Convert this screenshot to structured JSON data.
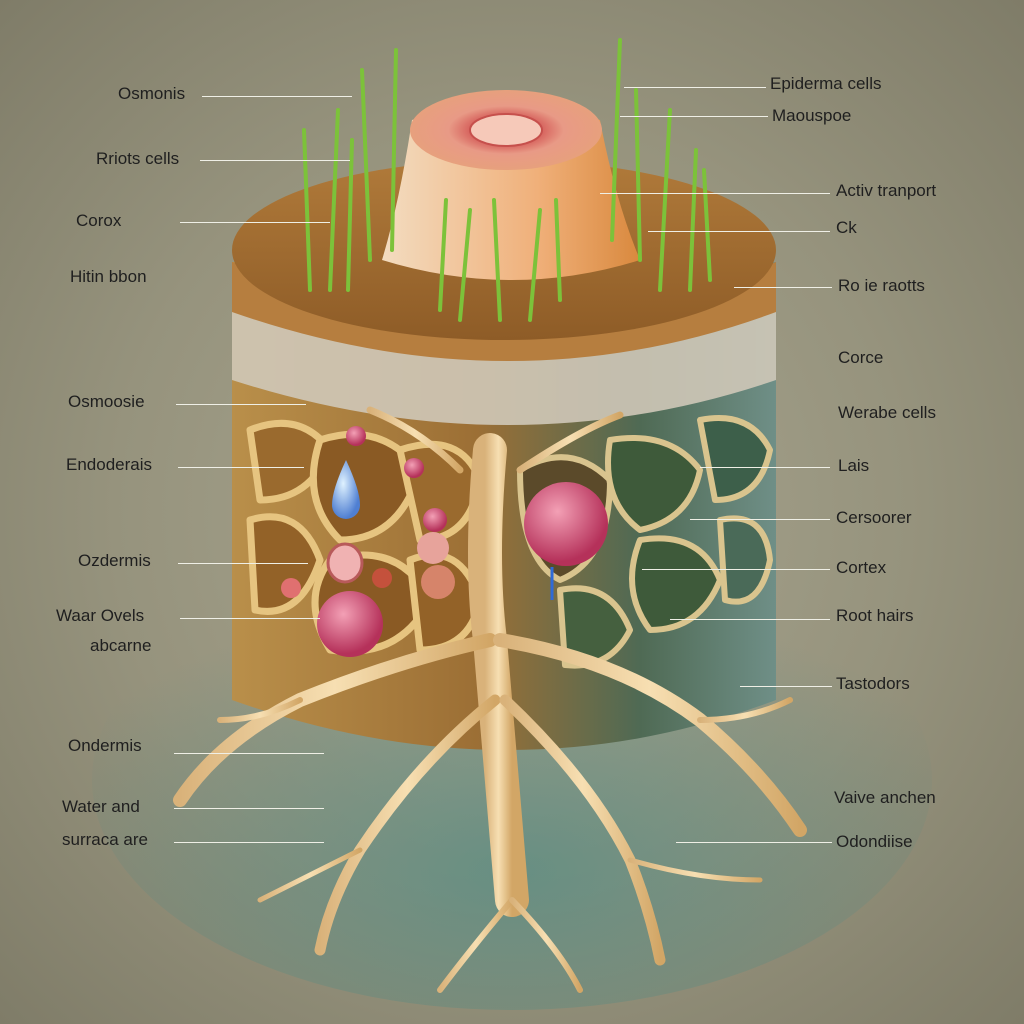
{
  "labels": {
    "left": [
      "Osmonis",
      "Rriots cells",
      "Corox",
      "Hitin bbon",
      "Osmoosie",
      "Endoderais",
      "Ozdermis",
      "Waar Ovels",
      "abcarne",
      "Ondermis",
      "Water and",
      "surraca are"
    ],
    "right": [
      "Epiderma cells",
      "Maouspoe",
      "Activ tranport",
      "Ck",
      "Ro ie raotts",
      "Corce",
      "Werabe cells",
      "Lais",
      "Cersoorer",
      "Cortex",
      "Root hairs",
      "Tastodors",
      "Vaive anchen",
      "Odondiise"
    ]
  },
  "colors": {
    "background": "#96937d",
    "soil": "#b07a3a",
    "grass": "#7cc23a",
    "root": "#f7dfb2",
    "leader_line": "#efefe6"
  }
}
